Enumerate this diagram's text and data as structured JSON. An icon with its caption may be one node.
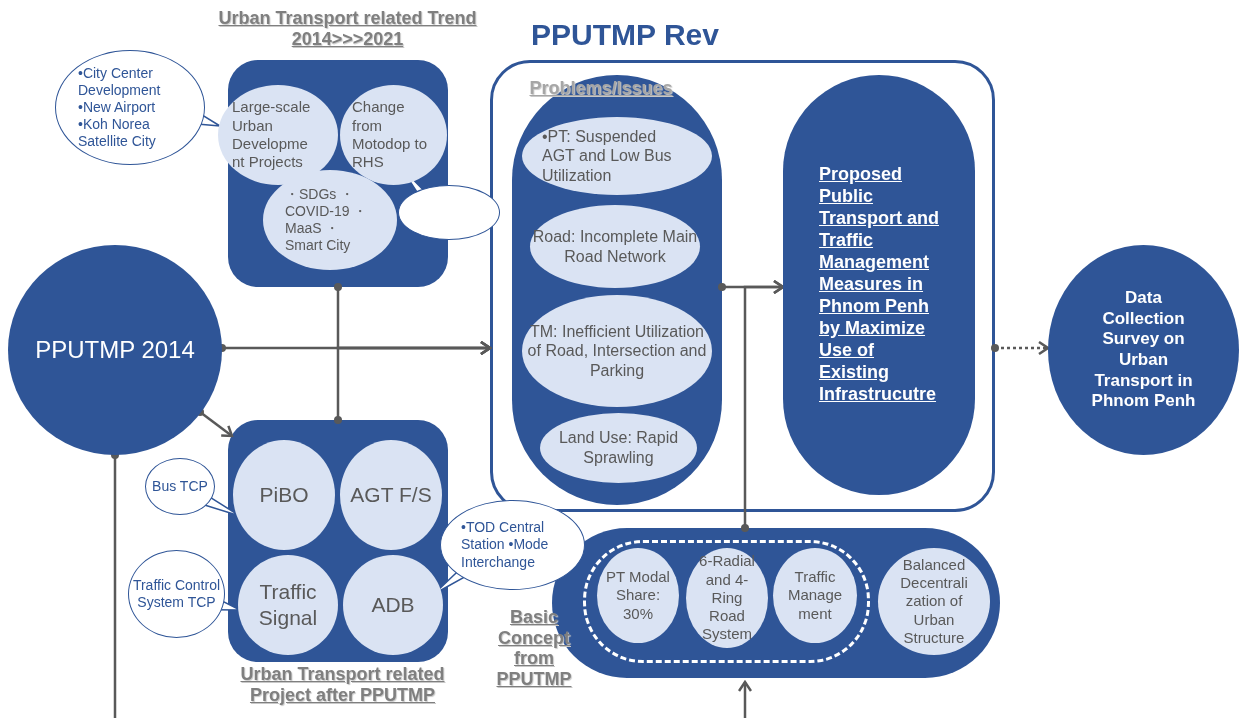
{
  "diagram": {
    "nodes": [
      {
        "text": [
          "PPUTMP Rev"
        ]
      },
      {
        "text": [
          "Urban Transport related Trend 2014>>>2021"
        ]
      },
      {
        "text": [
          "Large-scale Urban Developme nt Projects"
        ],
        "in": 1
      },
      {
        "text": [
          "Change from Motodop to RHS"
        ],
        "in": 1
      },
      {
        "text": [
          "・SDGs ・COVID-19 ・MaaS ・Smart City"
        ],
        "in": 1
      },
      {
        "text": [
          "•City Center Development •New Airport •Koh Norea Satellite City"
        ]
      },
      {
        "text": [],
        "shape": "circle"
      },
      {
        "text": [
          "PPUTMP 2014"
        ]
      },
      {
        "text": [
          "Urban Transport related Project after PPUTMP"
        ]
      },
      {
        "text": [
          "PiBO"
        ],
        "in": 8
      },
      {
        "text": [
          "AGT F/S"
        ],
        "in": 8
      },
      {
        "text": [
          "Traffic Signal"
        ],
        "in": 8
      },
      {
        "text": [
          "ADB"
        ],
        "in": 8
      },
      {
        "text": [
          "Bus TCP"
        ]
      },
      {
        "text": [
          "Traffic Control System TCP"
        ]
      },
      {
        "text": [
          "•TOD Central Station •Mode Interchange"
        ]
      },
      {
        "text": [
          "Problems/Issues"
        ],
        "in": 0
      },
      {
        "text": [
          "•PT: Suspended AGT and Low Bus Utilization"
        ],
        "in": 16
      },
      {
        "text": [
          "Road: Incomplete Main Road Network"
        ],
        "in": 16
      },
      {
        "text": [
          "TM: Inefficient Utilization of Road, Intersection and Parking"
        ],
        "in": 16
      },
      {
        "text": [
          "Land Use: Rapid Sprawling"
        ],
        "in": 16
      },
      {
        "text": [
          "Proposed Public Transport and Traffic Management Measures in Phnom Penh by Maximize Use of Existing Infrastrucutre"
        ],
        "in": 0
      },
      {
        "text": [
          "Basic Concept from PPUTMP"
        ]
      },
      {
        "text": [],
        "shape": "box",
        "in": 22
      },
      {
        "text": [
          "PT Modal Share: 30%"
        ],
        "in": 23
      },
      {
        "text": [
          "6-Radial and 4-Ring Road System"
        ],
        "in": 23
      },
      {
        "text": [
          "Traffic Manage ment"
        ],
        "in": 23
      },
      {
        "text": [
          "Balanced Decentrali zation of Urban Structure"
        ],
        "in": 22
      },
      {
        "text": [
          "Data Collection Survey on Urban Transport in Phnom Penh"
        ]
      }
    ],
    "edges": [
      {
        "from": 5,
        "to": 2,
        "arrow": "none"
      },
      {
        "from": 6,
        "to": 3,
        "arrow": "none"
      },
      {
        "from": 1,
        "to": 0,
        "arrow": "to"
      },
      {
        "from": 7,
        "to": 0,
        "arrow": "to"
      },
      {
        "from": 8,
        "to": 0,
        "arrow": "to"
      },
      {
        "from": 7,
        "to": 8,
        "arrow": "to"
      },
      {
        "from": 7,
        "to": null,
        "arrow": "other"
      },
      {
        "from": 13,
        "to": 9,
        "arrow": "none"
      },
      {
        "from": 14,
        "to": 11,
        "arrow": "none"
      },
      {
        "from": 15,
        "to": 12,
        "arrow": "none"
      },
      {
        "from": 16,
        "to": 21,
        "arrow": "to"
      },
      {
        "from": 22,
        "to": 21,
        "arrow": "to"
      },
      {
        "from": null,
        "to": 22,
        "arrow": "to"
      },
      {
        "from": 0,
        "to": 28,
        "arrow": "to",
        "style": "dashed"
      }
    ]
  }
}
